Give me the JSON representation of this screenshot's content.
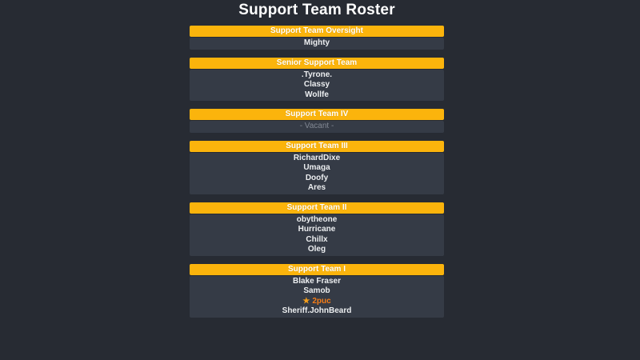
{
  "page": {
    "title": "Support Team Roster"
  },
  "colors": {
    "page_bg": "#272b33",
    "panel_bg": "#353b46",
    "header_bg": "#fbb40c",
    "header_text": "#ffffff",
    "member_text": "#eceef0",
    "vacant_text": "#828893",
    "starred_text": "#f57d17",
    "star_icon_color": "#f59e1a"
  },
  "roster": {
    "sections": [
      {
        "header": "Support Team Oversight",
        "members": [
          {
            "name": "Mighty",
            "variant": "normal"
          }
        ]
      },
      {
        "header": "Senior Support Team",
        "members": [
          {
            "name": ".Tyrone.",
            "variant": "normal"
          },
          {
            "name": "Classy",
            "variant": "normal"
          },
          {
            "name": "Wollfe",
            "variant": "normal"
          }
        ]
      },
      {
        "header": "Support Team IV",
        "members": [
          {
            "name": "- Vacant -",
            "variant": "vacant"
          }
        ]
      },
      {
        "header": "Support Team III",
        "members": [
          {
            "name": "RichardDixe",
            "variant": "normal"
          },
          {
            "name": "Umaga",
            "variant": "normal"
          },
          {
            "name": "Doofy",
            "variant": "normal"
          },
          {
            "name": "Ares",
            "variant": "normal"
          }
        ]
      },
      {
        "header": "Support Team II",
        "members": [
          {
            "name": "obytheone",
            "variant": "normal"
          },
          {
            "name": "Hurricane",
            "variant": "normal"
          },
          {
            "name": "Chillx",
            "variant": "normal"
          },
          {
            "name": "Oleg",
            "variant": "normal"
          }
        ]
      },
      {
        "header": "Support Team I",
        "members": [
          {
            "name": "Blake Fraser",
            "variant": "normal"
          },
          {
            "name": "Samob",
            "variant": "normal"
          },
          {
            "name": "2puc",
            "variant": "starred",
            "icon": "star-icon",
            "icon_glyph": "★"
          },
          {
            "name": "Sheriff.JohnBeard",
            "variant": "normal"
          }
        ]
      }
    ]
  }
}
